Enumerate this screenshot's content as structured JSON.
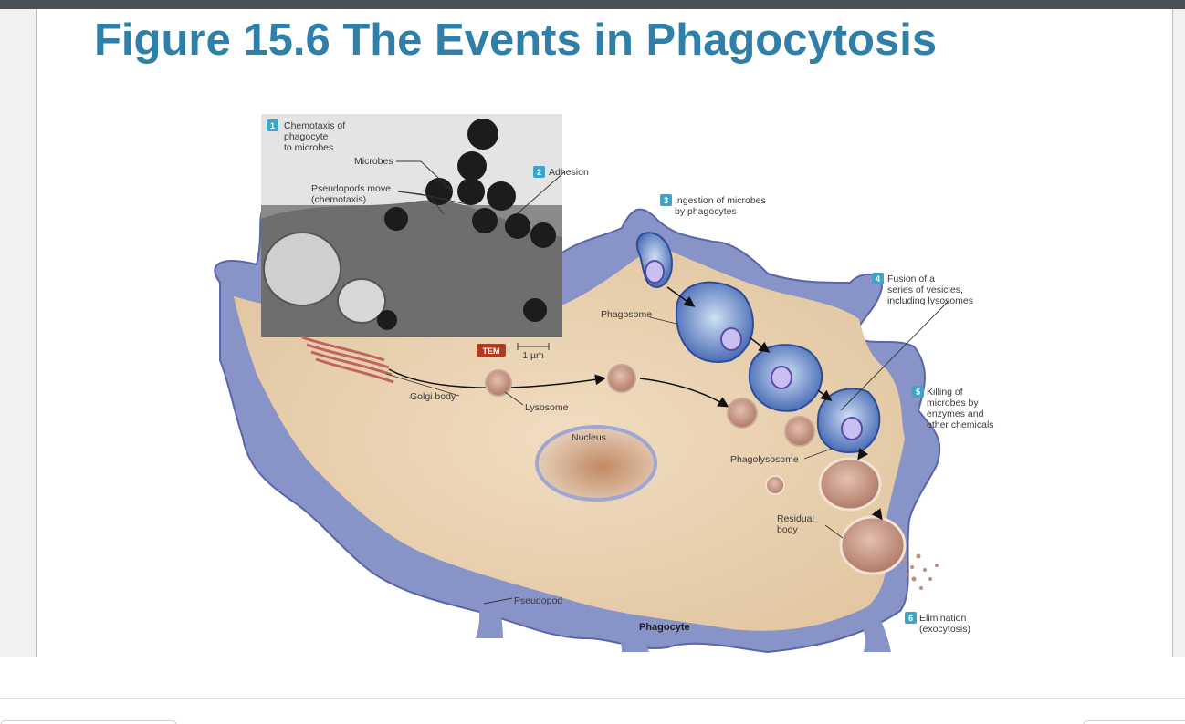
{
  "slide": {
    "title": "Figure 15.6 The Events in Phagocytosis"
  },
  "steps": [
    {
      "num": "1",
      "line1": "Chemotaxis of",
      "line2": "phagocyte",
      "line3": "to microbes"
    },
    {
      "num": "2",
      "line1": "Adhesion"
    },
    {
      "num": "3",
      "line1": "Ingestion of microbes",
      "line2": "by phagocytes"
    },
    {
      "num": "4",
      "line1": "Fusion of a",
      "line2": "series of vesicles,",
      "line3": "including lysosomes"
    },
    {
      "num": "5",
      "line1": "Killing of",
      "line2": "microbes by",
      "line3": "enzymes and",
      "line4": "other chemicals"
    },
    {
      "num": "6",
      "line1": "Elimination",
      "line2": "(exocytosis)"
    }
  ],
  "labels": {
    "microbes": "Microbes",
    "pseudopods_move_1": "Pseudopods move",
    "pseudopods_move_2": "(chemotaxis)",
    "phagosome": "Phagosome",
    "tem": "TEM",
    "scale": "1 µm",
    "golgi": "Golgi body",
    "lysosome": "Lysosome",
    "nucleus": "Nucleus",
    "phagolysosome": "Phagolysosome",
    "residual_1": "Residual",
    "residual_2": "body",
    "pseudopod": "Pseudopod",
    "phagocyte": "Phagocyte"
  },
  "colors": {
    "title": "#2f80a8",
    "step_badge": "#3aa7c8",
    "cell_body": "#e9d3b4",
    "membrane": "#7f8cc4",
    "tem_badge": "#b23a1e"
  }
}
